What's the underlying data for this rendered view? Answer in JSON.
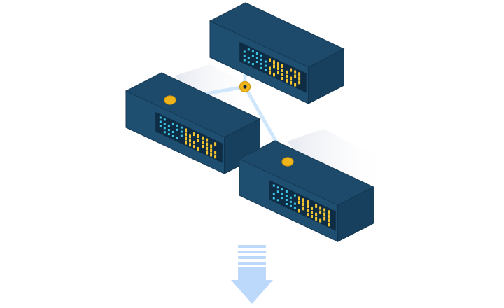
{
  "diagram": {
    "servers": [
      {
        "id": "server-top"
      },
      {
        "id": "server-left"
      },
      {
        "id": "server-bottom"
      }
    ],
    "connections": [
      {
        "from": "server-top",
        "to": "junction"
      },
      {
        "from": "server-left",
        "to": "junction"
      },
      {
        "from": "server-bottom",
        "to": "junction"
      }
    ],
    "colors": {
      "server_top_face": "#1d4a6a",
      "server_left_face": "#1e4e70",
      "server_right_face": "#17405e",
      "panel": "#0e2c44",
      "led_yellow": "#f4c430",
      "led_cyan": "#3ec4e6",
      "connector_gold": "#f1b51c",
      "link_line": "#cfe6fb",
      "shadow": "#eef0f6",
      "arrow": "#bcd9fb"
    },
    "icons": [
      "server-icon",
      "connector-node-icon",
      "down-arrow-icon"
    ]
  }
}
